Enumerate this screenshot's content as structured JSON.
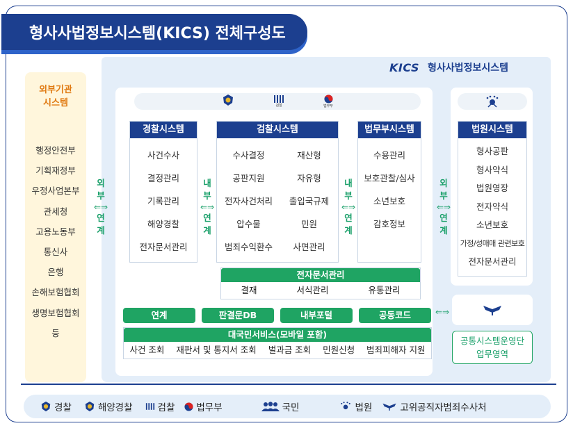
{
  "title": "형사사법정보시스템(KICS) 전체구성도",
  "external": {
    "title_line1": "외부기관",
    "title_line2": "시스템",
    "items": [
      "행정안전부",
      "기획재정부",
      "우정사업본부",
      "관세청",
      "고용노동부",
      "통신사",
      "은행",
      "손해보험협회",
      "생명보험협회",
      "등"
    ]
  },
  "kics": {
    "logo": "KICS",
    "name": "형사사법정보시스템"
  },
  "icons_bar": {
    "prosecution_caption": "검찰",
    "justice_caption": "법무부"
  },
  "links": {
    "external_left": [
      "외",
      "부",
      "연",
      "계"
    ],
    "internal_1": [
      "내",
      "부",
      "연",
      "계"
    ],
    "internal_2": [
      "내",
      "부",
      "연",
      "계"
    ],
    "external_right": [
      "외",
      "부",
      "연",
      "계"
    ]
  },
  "police": {
    "head": "경찰시스템",
    "items": [
      "사건수사",
      "결정관리",
      "기록관리",
      "해양경찰",
      "전자문서관리"
    ]
  },
  "prosecution": {
    "head": "검찰시스템",
    "left": [
      "수사결정",
      "공판지원",
      "전자사건처리",
      "압수물",
      "범죄수익환수"
    ],
    "right": [
      "재산형",
      "자유형",
      "출입국규제",
      "민원",
      "사면관리"
    ]
  },
  "justice": {
    "head": "법무부시스템",
    "items": [
      "수용관리",
      "보호관찰/심사",
      "소년보호",
      "감호정보"
    ]
  },
  "court": {
    "head": "법원시스템",
    "items": [
      "형사공판",
      "형사약식",
      "법원영장",
      "전자약식",
      "소년보호",
      "가정/성매매 관련보호",
      "전자문서관리"
    ]
  },
  "edoc": {
    "head": "전자문서관리",
    "items": [
      "결재",
      "서식관리",
      "유통관리"
    ]
  },
  "modules": [
    "연계",
    "판결문DB",
    "내부포털",
    "공동코드"
  ],
  "citizen": {
    "head": "대국민서비스(모바일 포함)",
    "items": [
      "사건 조회",
      "재판서 및 통지서 조회",
      "벌과금 조회",
      "민원신청",
      "범죄피해자 지원"
    ]
  },
  "common_ops": {
    "line1": "공통시스템운영단",
    "line2": "업무영역"
  },
  "legend": [
    "경찰",
    "해양경찰",
    "검찰",
    "법무부",
    "국민",
    "법원",
    "고위공직자범죄수사처"
  ],
  "colors": {
    "navy": "#1c3f8f",
    "green": "#1fa463",
    "orange": "#e07a12",
    "light_blue": "#e4eef9"
  }
}
